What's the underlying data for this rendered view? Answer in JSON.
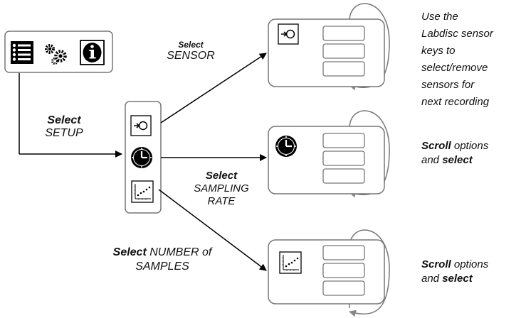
{
  "labels": {
    "select_setup_bold": "Select",
    "select_setup_rest": "SETUP",
    "select_sensor_bold": "Select",
    "select_sensor_rest": "SENSOR",
    "select_rate_bold": "Select",
    "select_rate_line1": "SAMPLING",
    "select_rate_line2": "RATE",
    "select_samples_bold": "Select",
    "select_samples_rest": "NUMBER of",
    "select_samples_line2": "SAMPLES"
  },
  "notes": {
    "sensor_keys": [
      "Use the",
      "Labdisc sensor",
      "keys to",
      "select/remove",
      "sensors for",
      "next recording"
    ],
    "rate_scroll": "Scroll",
    "rate_options": " options",
    "rate_and": "and ",
    "rate_select": "select",
    "samples_scroll": "Scroll",
    "samples_options": " options",
    "samples_and": "and ",
    "samples_select": "select"
  },
  "icons": {
    "main_menu": [
      "list-icon",
      "gears-icon",
      "info-icon"
    ],
    "setup_menu": [
      "sensor-icon",
      "clock-icon",
      "scatter-plot-icon"
    ]
  }
}
